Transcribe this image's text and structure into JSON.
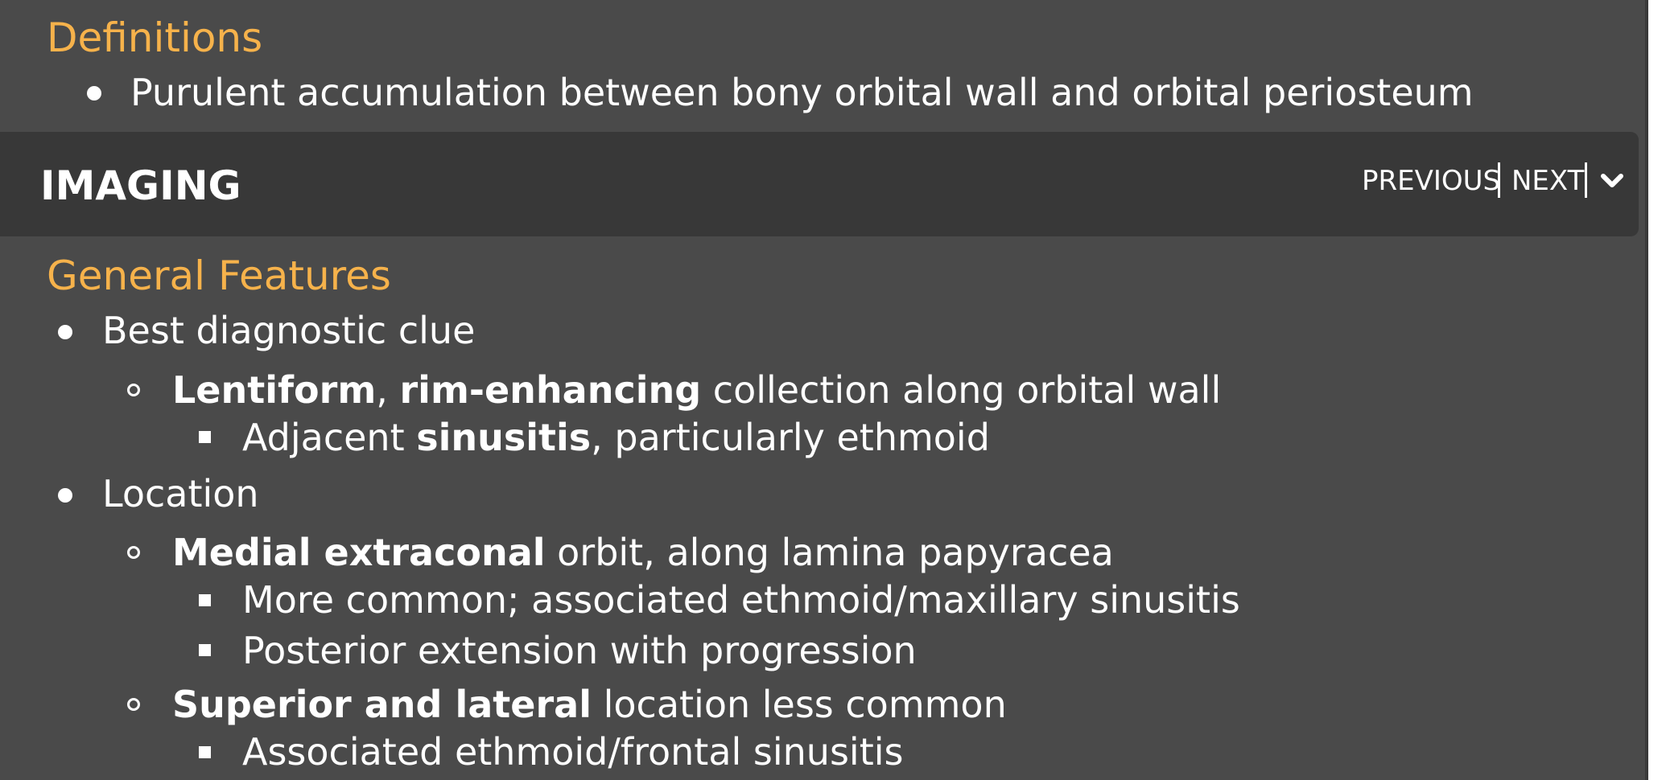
{
  "definitions": {
    "heading": "Definitions",
    "items": [
      "Purulent accumulation between bony orbital wall and orbital periosteum"
    ]
  },
  "section_bar": {
    "title": "IMAGING",
    "previous_label": "PREVIOUS",
    "next_label": "NEXT",
    "collapse_icon": "chevron-down-icon"
  },
  "general_features": {
    "heading": "General Features",
    "l1_best_clue": "Best diagnostic clue",
    "l2_lentiform_bold": "Lentiform",
    "l2_lentiform_sep": ", ",
    "l2_rim_bold": "rim-enhancing",
    "l2_lentiform_rest": " collection along orbital wall",
    "l3_adjacent_pre": "Adjacent ",
    "l3_adjacent_bold": "sinusitis",
    "l3_adjacent_rest": ", particularly ethmoid",
    "l1_location": "Location",
    "l2_medial_bold": "Medial extraconal",
    "l2_medial_rest": " orbit, along lamina papyracea",
    "l3_more_common": "More common; associated ethmoid/maxillary sinusitis",
    "l3_posterior": "Posterior extension with progression",
    "l2_superior_bold": "Superior and lateral",
    "l2_superior_rest": " location less common",
    "l3_associated": "Associated ethmoid/frontal sinusitis"
  }
}
